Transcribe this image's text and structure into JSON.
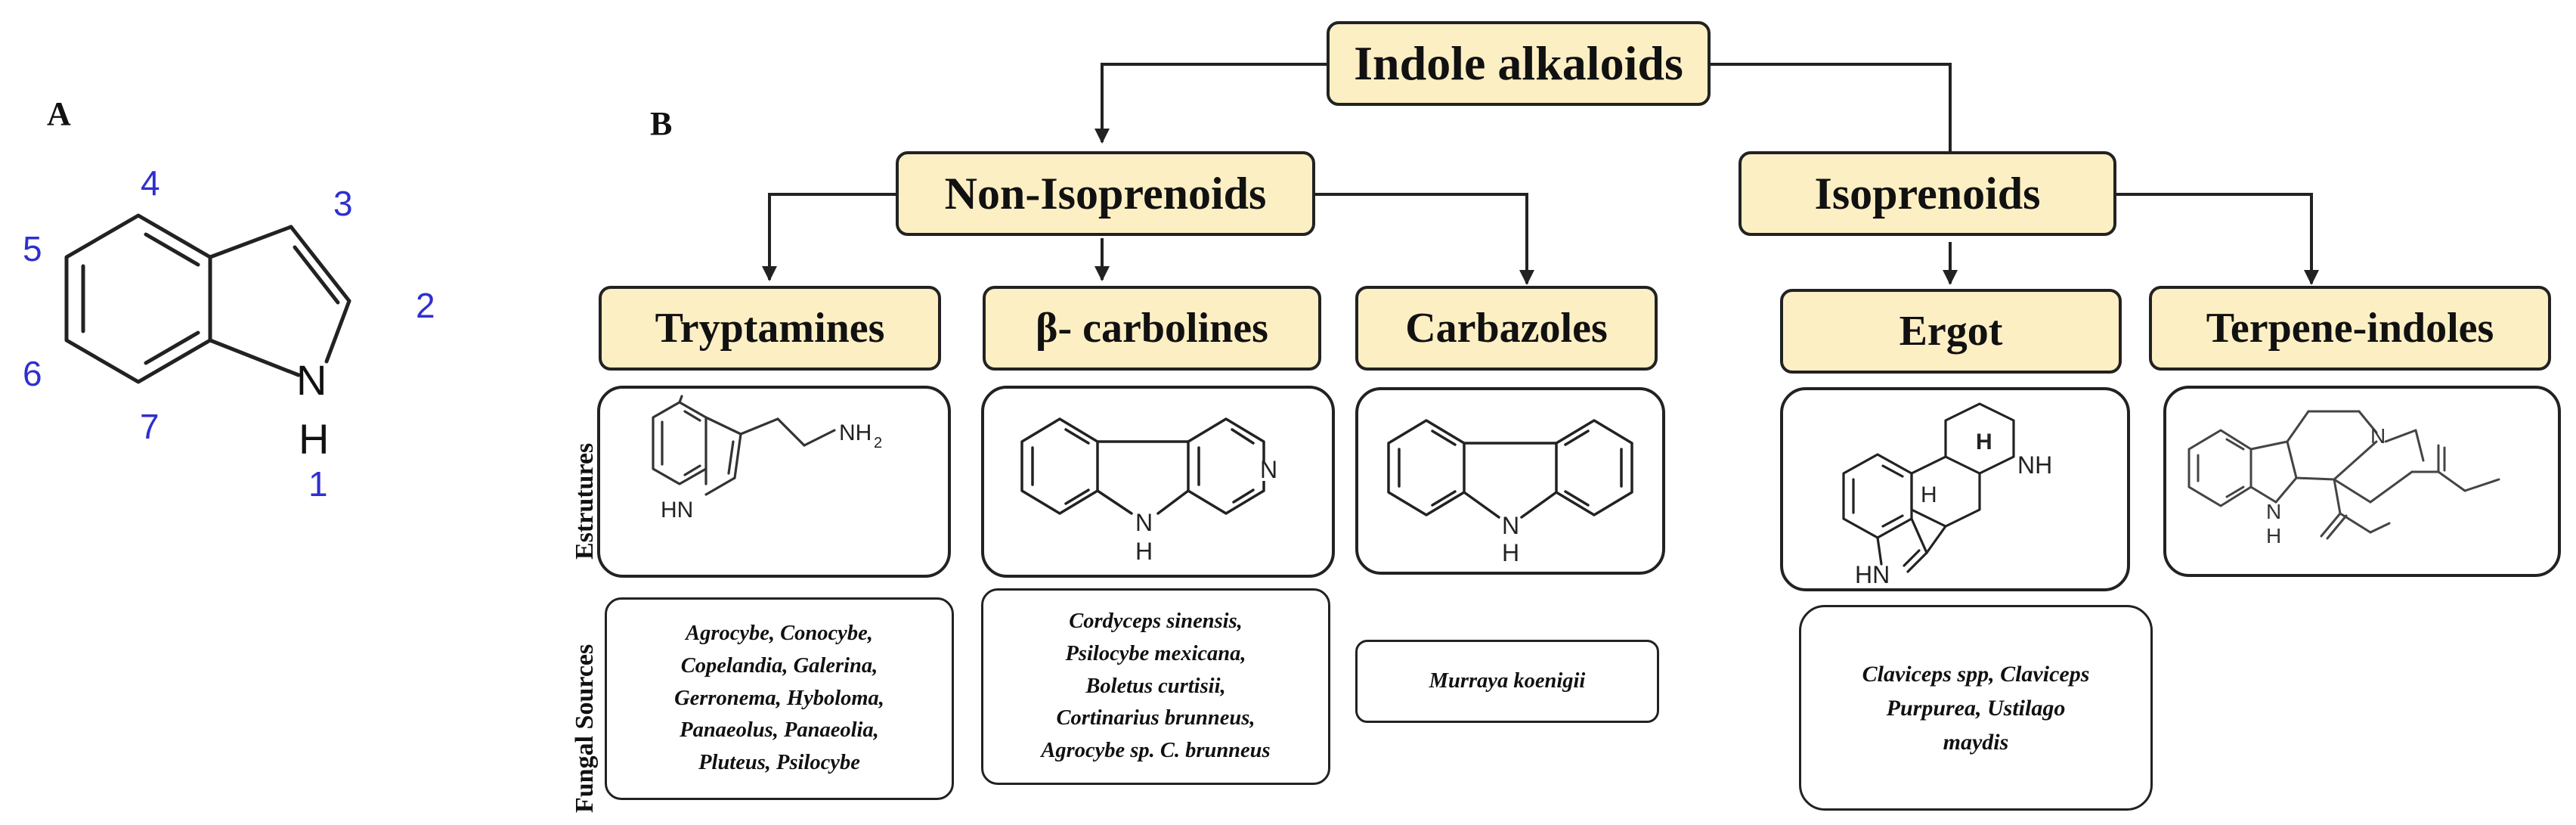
{
  "panel_a": {
    "label": "A",
    "atom_numbers": [
      "1",
      "2",
      "3",
      "4",
      "5",
      "6",
      "7"
    ],
    "n_symbol": "N",
    "h_symbol": "H"
  },
  "panel_b": {
    "label": "B",
    "root": "Indole alkaloids",
    "groups": {
      "non_isoprenoids": "Non-Isoprenoids",
      "isoprenoids": "Isoprenoids"
    },
    "classes": {
      "tryptamines": "Tryptamines",
      "beta_carbolines": "β- carbolines",
      "carbazoles": "Carbazoles",
      "ergot": "Ergot",
      "terpene_indoles": "Terpene-indoles"
    },
    "row_labels": {
      "structures": "Estrutures",
      "fungal_sources": "Fungal Sources"
    },
    "structure_labels": {
      "tryptamine_hn": "HN",
      "tryptamine_nh2": "NH",
      "tryptamine_nh2_sub": "2",
      "carboline_n": "N",
      "carboline_nh_n": "N",
      "carboline_nh_h": "H",
      "carbazole_n": "N",
      "carbazole_h": "H",
      "ergot_h_top": "H",
      "ergot_nh": "NH",
      "ergot_h_bottom": "H",
      "ergot_hn": "HN",
      "terpene_n_top": "N",
      "terpene_nh_n": "N",
      "terpene_nh_h": "H"
    },
    "sources": {
      "tryptamines": [
        "Agrocybe, Conocybe,",
        "Copelandia, Galerina,",
        "Gerronema, Hyboloma,",
        "Panaeolus, Panaeolia,",
        "Pluteus, Psilocybe"
      ],
      "beta_carbolines": [
        "Cordyceps sinensis,",
        "Psilocybe mexicana,",
        "Boletus curtisii,",
        "Cortinarius brunneus,",
        "Agrocybe sp. C. brunneus"
      ],
      "carbazoles": [
        "Murraya koenigii"
      ],
      "ergot": [
        "Claviceps spp, Claviceps",
        "Purpurea, Ustilago",
        "maydis"
      ]
    }
  }
}
